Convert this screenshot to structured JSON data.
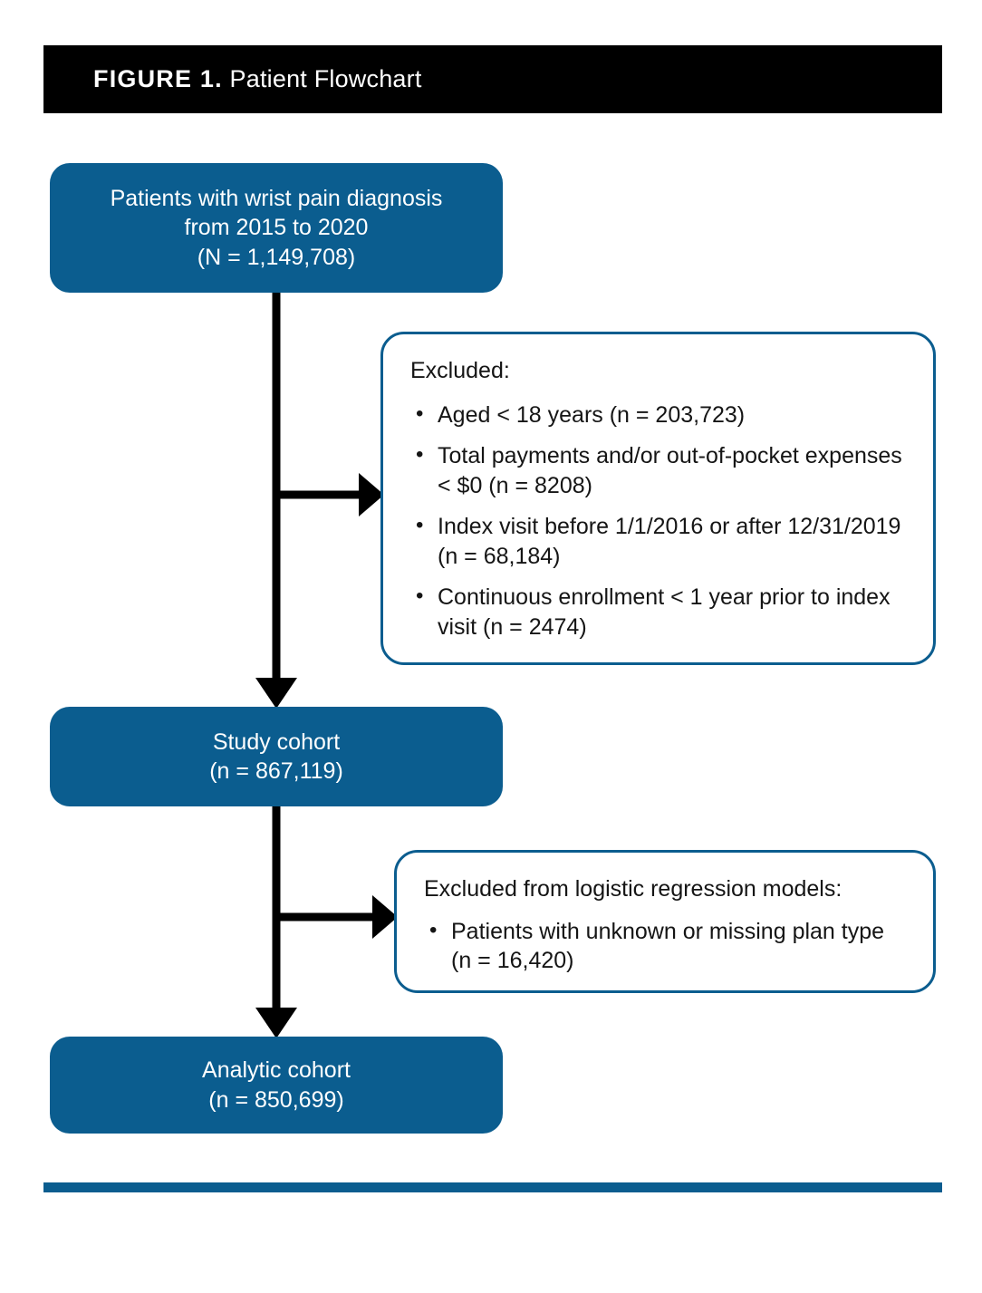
{
  "header": {
    "figure_label": "FIGURE 1.",
    "figure_title": "Patient Flowchart",
    "background_color": "#000000",
    "text_color": "#ffffff"
  },
  "theme": {
    "node_fill_color": "#0b5d8f",
    "node_border_color": "#0b5d8f",
    "connector_color": "#000000",
    "rule_color": "#0b5d8f"
  },
  "chart_data": {
    "type": "diagram",
    "title": "Patient Flowchart",
    "nodes": [
      {
        "id": "source",
        "style": "filled",
        "lines": [
          "Patients with wrist pain diagnosis",
          "from 2015 to 2020",
          "(N = 1,149,708)"
        ],
        "count": 1149708,
        "count_label": "N"
      },
      {
        "id": "excluded-1",
        "style": "outlined",
        "heading": "Excluded:",
        "items": [
          "Aged < 18 years (n = 203,723)",
          "Total payments and/or out-of-pocket expenses < $0 (n = 8208)",
          "Index visit before 1/1/2016 or after 12/31/2019 (n = 68,184)",
          "Continuous enrollment < 1 year prior to index visit (n = 2474)"
        ],
        "counts": [
          203723,
          8208,
          68184,
          2474
        ]
      },
      {
        "id": "study",
        "style": "filled",
        "lines": [
          "Study cohort",
          "(n = 867,119)"
        ],
        "count": 867119,
        "count_label": "n"
      },
      {
        "id": "excluded-2",
        "style": "outlined",
        "heading": "Excluded from logistic regression models:",
        "items": [
          "Patients with unknown or missing plan type (n = 16,420)"
        ],
        "counts": [
          16420
        ]
      },
      {
        "id": "analytic",
        "style": "filled",
        "lines": [
          "Analytic cohort",
          "(n = 850,699)"
        ],
        "count": 850699,
        "count_label": "n"
      }
    ],
    "edges": [
      {
        "from": "source",
        "to": "excluded-1",
        "kind": "branch-right"
      },
      {
        "from": "source",
        "to": "study",
        "kind": "down-arrow"
      },
      {
        "from": "study",
        "to": "excluded-2",
        "kind": "branch-right"
      },
      {
        "from": "study",
        "to": "analytic",
        "kind": "down-arrow"
      }
    ]
  },
  "nodes": {
    "source": {
      "line1": "Patients with wrist pain diagnosis",
      "line2": "from 2015 to 2020",
      "line3": "(N = 1,149,708)"
    },
    "excluded_1": {
      "heading": "Excluded:",
      "bullet": "•",
      "items": [
        "Aged < 18 years (n = 203,723)",
        "Total payments and/or out-of-pocket expenses < $0 (n = 8208)",
        "Index visit before 1/1/2016 or after 12/31/2019 (n = 68,184)",
        "Continuous enrollment < 1 year prior to index visit (n = 2474)"
      ]
    },
    "study": {
      "line1": "Study cohort",
      "line2": "(n = 867,119)"
    },
    "excluded_2": {
      "heading": "Excluded from logistic regression models:",
      "bullet": "•",
      "items": [
        "Patients with unknown or missing plan type (n = 16,420)"
      ]
    },
    "analytic": {
      "line1": "Analytic cohort",
      "line2": "(n = 850,699)"
    }
  }
}
